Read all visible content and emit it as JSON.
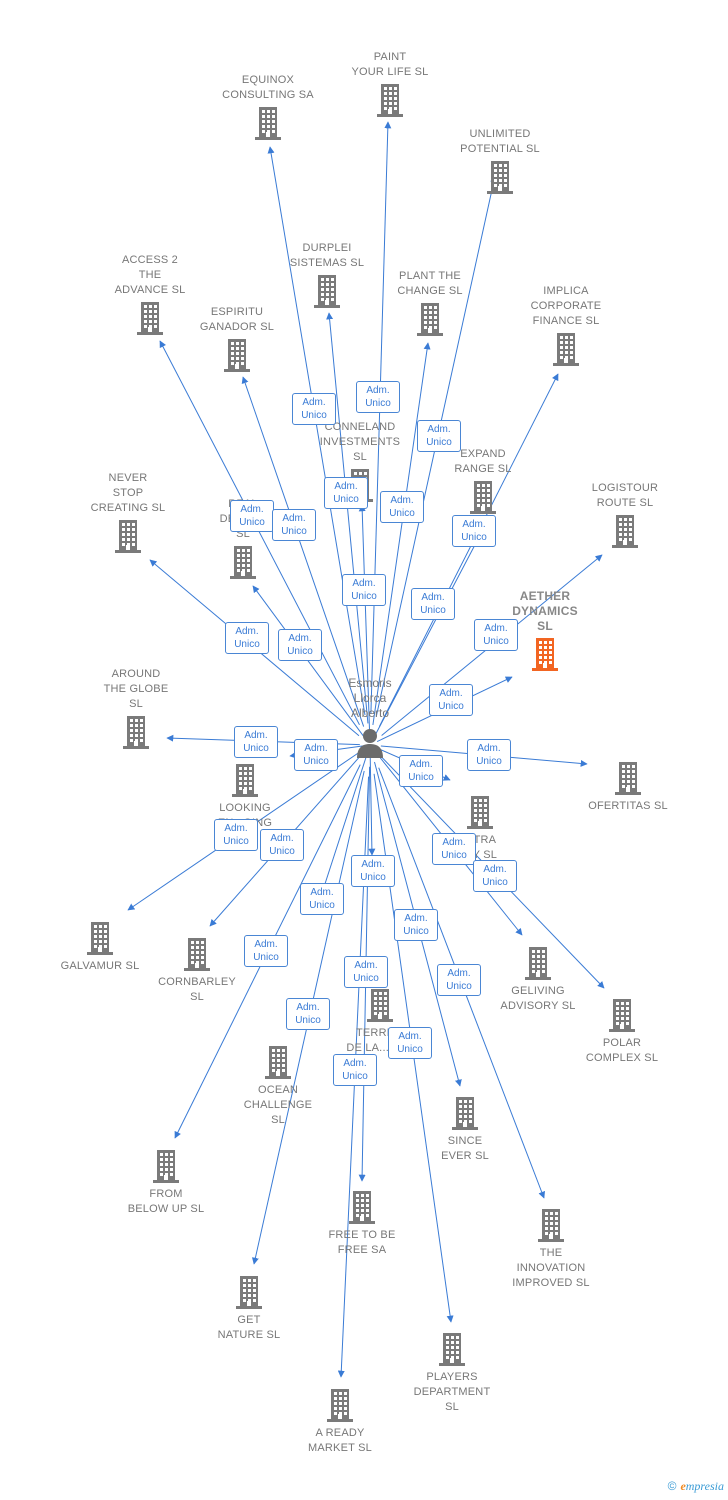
{
  "colors": {
    "edge": "#3a7bd5",
    "building": "#7a7a7a",
    "highlight": "#f26522",
    "person": "#6b6b6b"
  },
  "center": {
    "name": "Esmoris\nLlorca\nAlberto",
    "icon": "person-icon"
  },
  "edge_label": "Adm.\nUnico",
  "companies": [
    {
      "id": "paint",
      "name": "PAINT\nYOUR LIFE  SL"
    },
    {
      "id": "equinox",
      "name": "EQUINOX\nCONSULTING SA"
    },
    {
      "id": "unlimited",
      "name": "UNLIMITED\nPOTENTIAL  SL"
    },
    {
      "id": "durplei",
      "name": "DURPLEI\nSISTEMAS  SL"
    },
    {
      "id": "plant",
      "name": "PLANT THE\nCHANGE  SL"
    },
    {
      "id": "access2",
      "name": "ACCESS 2\nTHE\nADVANCE  SL"
    },
    {
      "id": "espiritu",
      "name": "ESPIRITU\nGANADOR SL"
    },
    {
      "id": "implica",
      "name": "IMPLICA\nCORPORATE\nFINANCE  SL"
    },
    {
      "id": "conneland",
      "name": "CONNELAND\nINVESTMENTS\nSL"
    },
    {
      "id": "expand",
      "name": "EXPAND\nRANGE  SL"
    },
    {
      "id": "neverstop",
      "name": "NEVER\nSTOP\nCREATING  SL"
    },
    {
      "id": "real",
      "name": "REAL\nDEVEL...\nSL"
    },
    {
      "id": "logistour",
      "name": "LOGISTOUR\nROUTE  SL"
    },
    {
      "id": "aether",
      "name": "AETHER\nDYNAMICS\nSL"
    },
    {
      "id": "around",
      "name": "AROUND\nTHE GLOBE\nSL"
    },
    {
      "id": "looking",
      "name": "LOOKING\nEN...GING"
    },
    {
      "id": "ofertitas",
      "name": "OFERTITAS  SL"
    },
    {
      "id": "extra",
      "name": "...TRA\n...Y  SL"
    },
    {
      "id": "galvamur",
      "name": "GALVAMUR  SL"
    },
    {
      "id": "cornbarley",
      "name": "CORNBARLEY\nSL"
    },
    {
      "id": "geliving",
      "name": "GELIVING\nADVISORY  SL"
    },
    {
      "id": "polar",
      "name": "POLAR\nCOMPLEX  SL"
    },
    {
      "id": "terre",
      "name": "TERRE...\nDE LA...S  SL"
    },
    {
      "id": "ocean",
      "name": "OCEAN\nCHALLENGE\nSL"
    },
    {
      "id": "since",
      "name": "SINCE\nEVER  SL"
    },
    {
      "id": "frombelow",
      "name": "FROM\nBELOW UP  SL"
    },
    {
      "id": "freetobe",
      "name": "FREE TO BE\nFREE SA"
    },
    {
      "id": "innovation",
      "name": "THE\nINNOVATION\nIMPROVED  SL"
    },
    {
      "id": "getnature",
      "name": "GET\nNATURE  SL"
    },
    {
      "id": "players",
      "name": "PLAYERS\nDEPARTMENT\nSL"
    },
    {
      "id": "aready",
      "name": "A READY\nMARKET  SL"
    }
  ],
  "footer": {
    "copyright": "©",
    "brand_first": "e",
    "brand_rest": "mpresia"
  }
}
